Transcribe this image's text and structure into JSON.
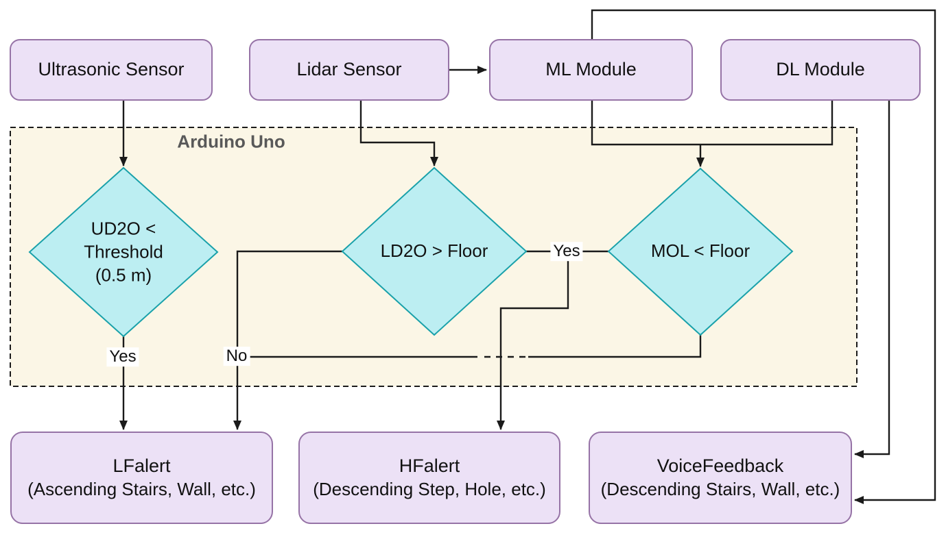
{
  "theme": {
    "line": "#1a1a1a",
    "process_fill": "#ece1f6",
    "process_border": "#9673a6",
    "decision_fill": "#bceef2",
    "decision_border": "#19a1aa",
    "container_fill": "#fbf6e6",
    "container_label": "#595959",
    "canvas_bg": "#ffffff"
  },
  "nodes": {
    "ultrasonic": {
      "label": "Ultrasonic Sensor"
    },
    "lidar": {
      "label": "Lidar Sensor"
    },
    "ml": {
      "label": "ML Module"
    },
    "dl": {
      "label": "DL Module"
    },
    "container": {
      "label": "Arduino Uno"
    },
    "d1": {
      "line1": "UD2O <",
      "line2": "Threshold",
      "line3": "(0.5 m)"
    },
    "d2": {
      "label": "LD2O > Floor"
    },
    "d3": {
      "label": "MOL < Floor"
    },
    "lfalert": {
      "title": "LFalert",
      "subtitle": "(Ascending Stairs, Wall, etc.)"
    },
    "hfalert": {
      "title": "HFalert",
      "subtitle": "(Descending Step, Hole, etc.)"
    },
    "voice": {
      "title": "VoiceFeedback",
      "subtitle": "(Descending Stairs, Wall, etc.)"
    }
  },
  "edge_labels": {
    "d1_yes": "Yes",
    "d2_no": "No",
    "d2_yes": "Yes"
  }
}
